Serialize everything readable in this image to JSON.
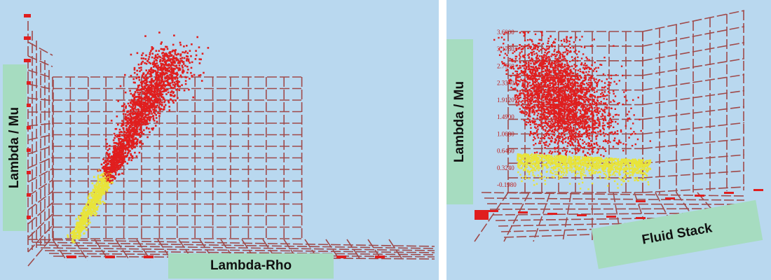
{
  "panels": {
    "left": {
      "y_axis_label": "Lambda / Mu",
      "x_axis_label": "Lambda-Rho"
    },
    "right": {
      "y_axis_label": "Lambda / Mu",
      "x_axis_label": "Fluid Stack"
    }
  },
  "colors": {
    "background": "#b9d8ef",
    "grid": "#a04a4a",
    "cluster_primary": "#e01e1e",
    "cluster_secondary": "#e8e43a",
    "label_box": "#a6dcc0"
  },
  "chart_data": [
    {
      "type": "scatter",
      "projection": "3d",
      "title": "",
      "ylabel": "Lambda / Mu",
      "xlabel": "Lambda-Rho",
      "series": [
        {
          "color": "#e01e1e",
          "description": "upper elongated cluster"
        },
        {
          "color": "#e8e43a",
          "description": "lower thin tail cluster"
        }
      ],
      "grid": true
    },
    {
      "type": "scatter",
      "projection": "3d",
      "title": "",
      "ylabel": "Lambda / Mu",
      "xlabel": "Fluid Stack",
      "y_ticks": [
        "3.6000",
        "3.1780",
        "2.7560",
        "2.3340",
        "1.9120",
        "1.4900",
        "1.0680",
        "0.6460",
        "0.3240",
        "-0.1980"
      ],
      "ylim": [
        -0.198,
        3.6
      ],
      "series": [
        {
          "color": "#e01e1e",
          "description": "large upper cluster"
        },
        {
          "color": "#e8e43a",
          "description": "lower band cluster"
        }
      ],
      "grid": true
    }
  ]
}
